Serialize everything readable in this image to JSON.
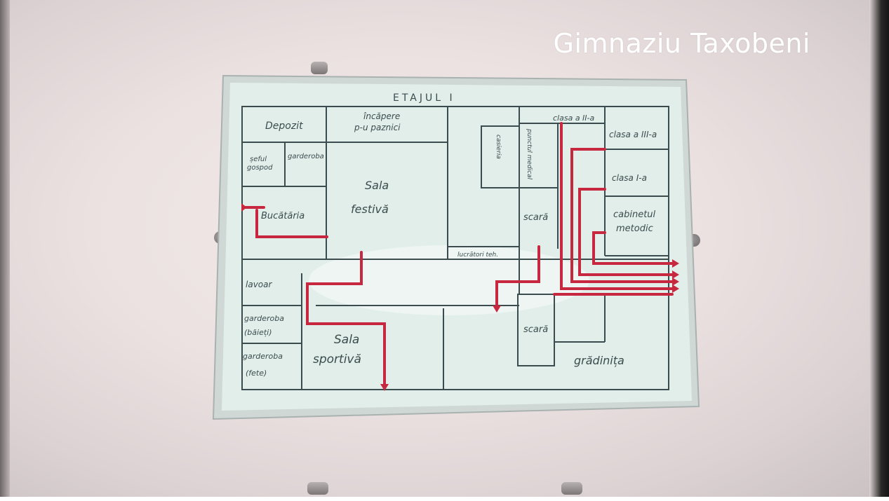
{
  "watermark": "Gimnaziu Taxobeni",
  "plan": {
    "title": "ETAJUL I",
    "rooms": {
      "depozit": "Depozit",
      "incapere_line1": "încăpere",
      "incapere_line2": "p-u paznici",
      "sefui_line1": "șeful",
      "sefui_line2": "gospod",
      "garderoba_top": "garderoba",
      "sala_festiva_line1": "Sala",
      "sala_festiva_line2": "festivă",
      "bucataria": "Bucătăria",
      "casieria": "casieria",
      "punctul_medical": "punctul medical",
      "clasa_a_II_a_top": "clasa a II-a",
      "clasa_a_III_a": "clasa a III-a",
      "clasa_I_a": "clasa I-a",
      "cabinetul_line1": "cabinetul",
      "cabinetul_line2": "metodic",
      "scara_top": "scară",
      "lucratori_teh": "lucrători teh.",
      "lavoar": "lavoar",
      "garderoba_baieti_line1": "garderoba",
      "garderoba_baieti_line2": "(băieți)",
      "garderoba_fete_line1": "garderoba",
      "garderoba_fete_line2": "(fete)",
      "sala_sportiva_line1": "Sala",
      "sala_sportiva_line2": "sportivă",
      "scara_bottom": "scară",
      "gradinita": "grădinița"
    }
  },
  "colors": {
    "wall": "#ebe1e1",
    "paper": "#e2eeea",
    "ink": "#3a4c4d",
    "route": "#c8283f"
  }
}
